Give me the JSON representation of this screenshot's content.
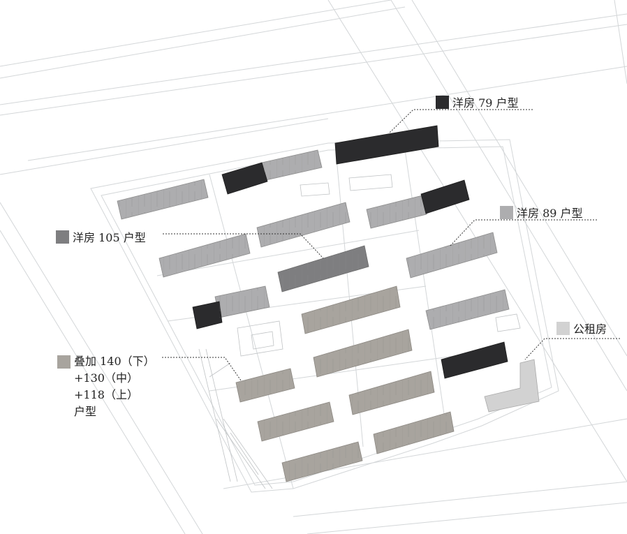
{
  "legend": {
    "yang79": {
      "label": "洋房 79 户型",
      "color": "#2b2b2d"
    },
    "yang89": {
      "label": "洋房 89 户型",
      "color": "#adadaf"
    },
    "yang105": {
      "label": "洋房 105 户型",
      "color": "#7e7e80"
    },
    "gongzu": {
      "label": "公租房",
      "color": "#d2d2d2"
    },
    "diejia": {
      "lines": [
        "叠加 140（下）",
        "+130（中）",
        "+118（上）",
        "户型"
      ],
      "color": "#a8a49e"
    }
  },
  "colors": {
    "background": "#ffffff",
    "site_lines": "#cfd2d4",
    "unit_outline": "#9b9b9b"
  }
}
